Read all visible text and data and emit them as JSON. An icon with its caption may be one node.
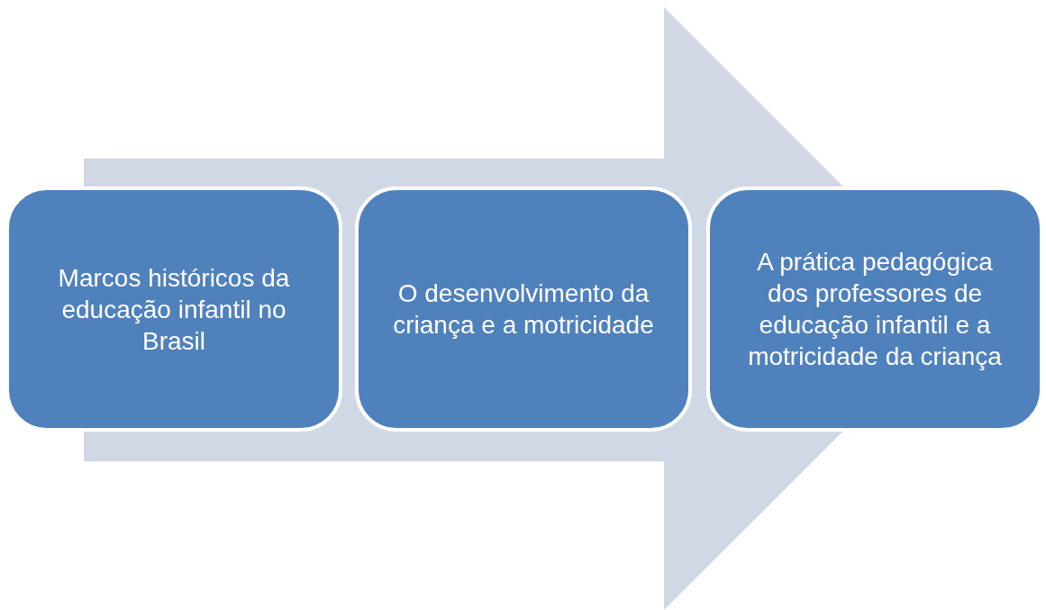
{
  "diagram": {
    "nodes": [
      {
        "text": [
          "Marcos históricos da educação infantil no Brasil"
        ]
      },
      {
        "text": [
          "O desenvolvimento da criança e a motricidade"
        ]
      },
      {
        "text": [
          "A prática pedagógica dos professores de educação infantil e a motricidade da criança"
        ]
      }
    ],
    "edges": [
      {
        "from": 0,
        "to": 2,
        "arrow": "to"
      }
    ]
  }
}
